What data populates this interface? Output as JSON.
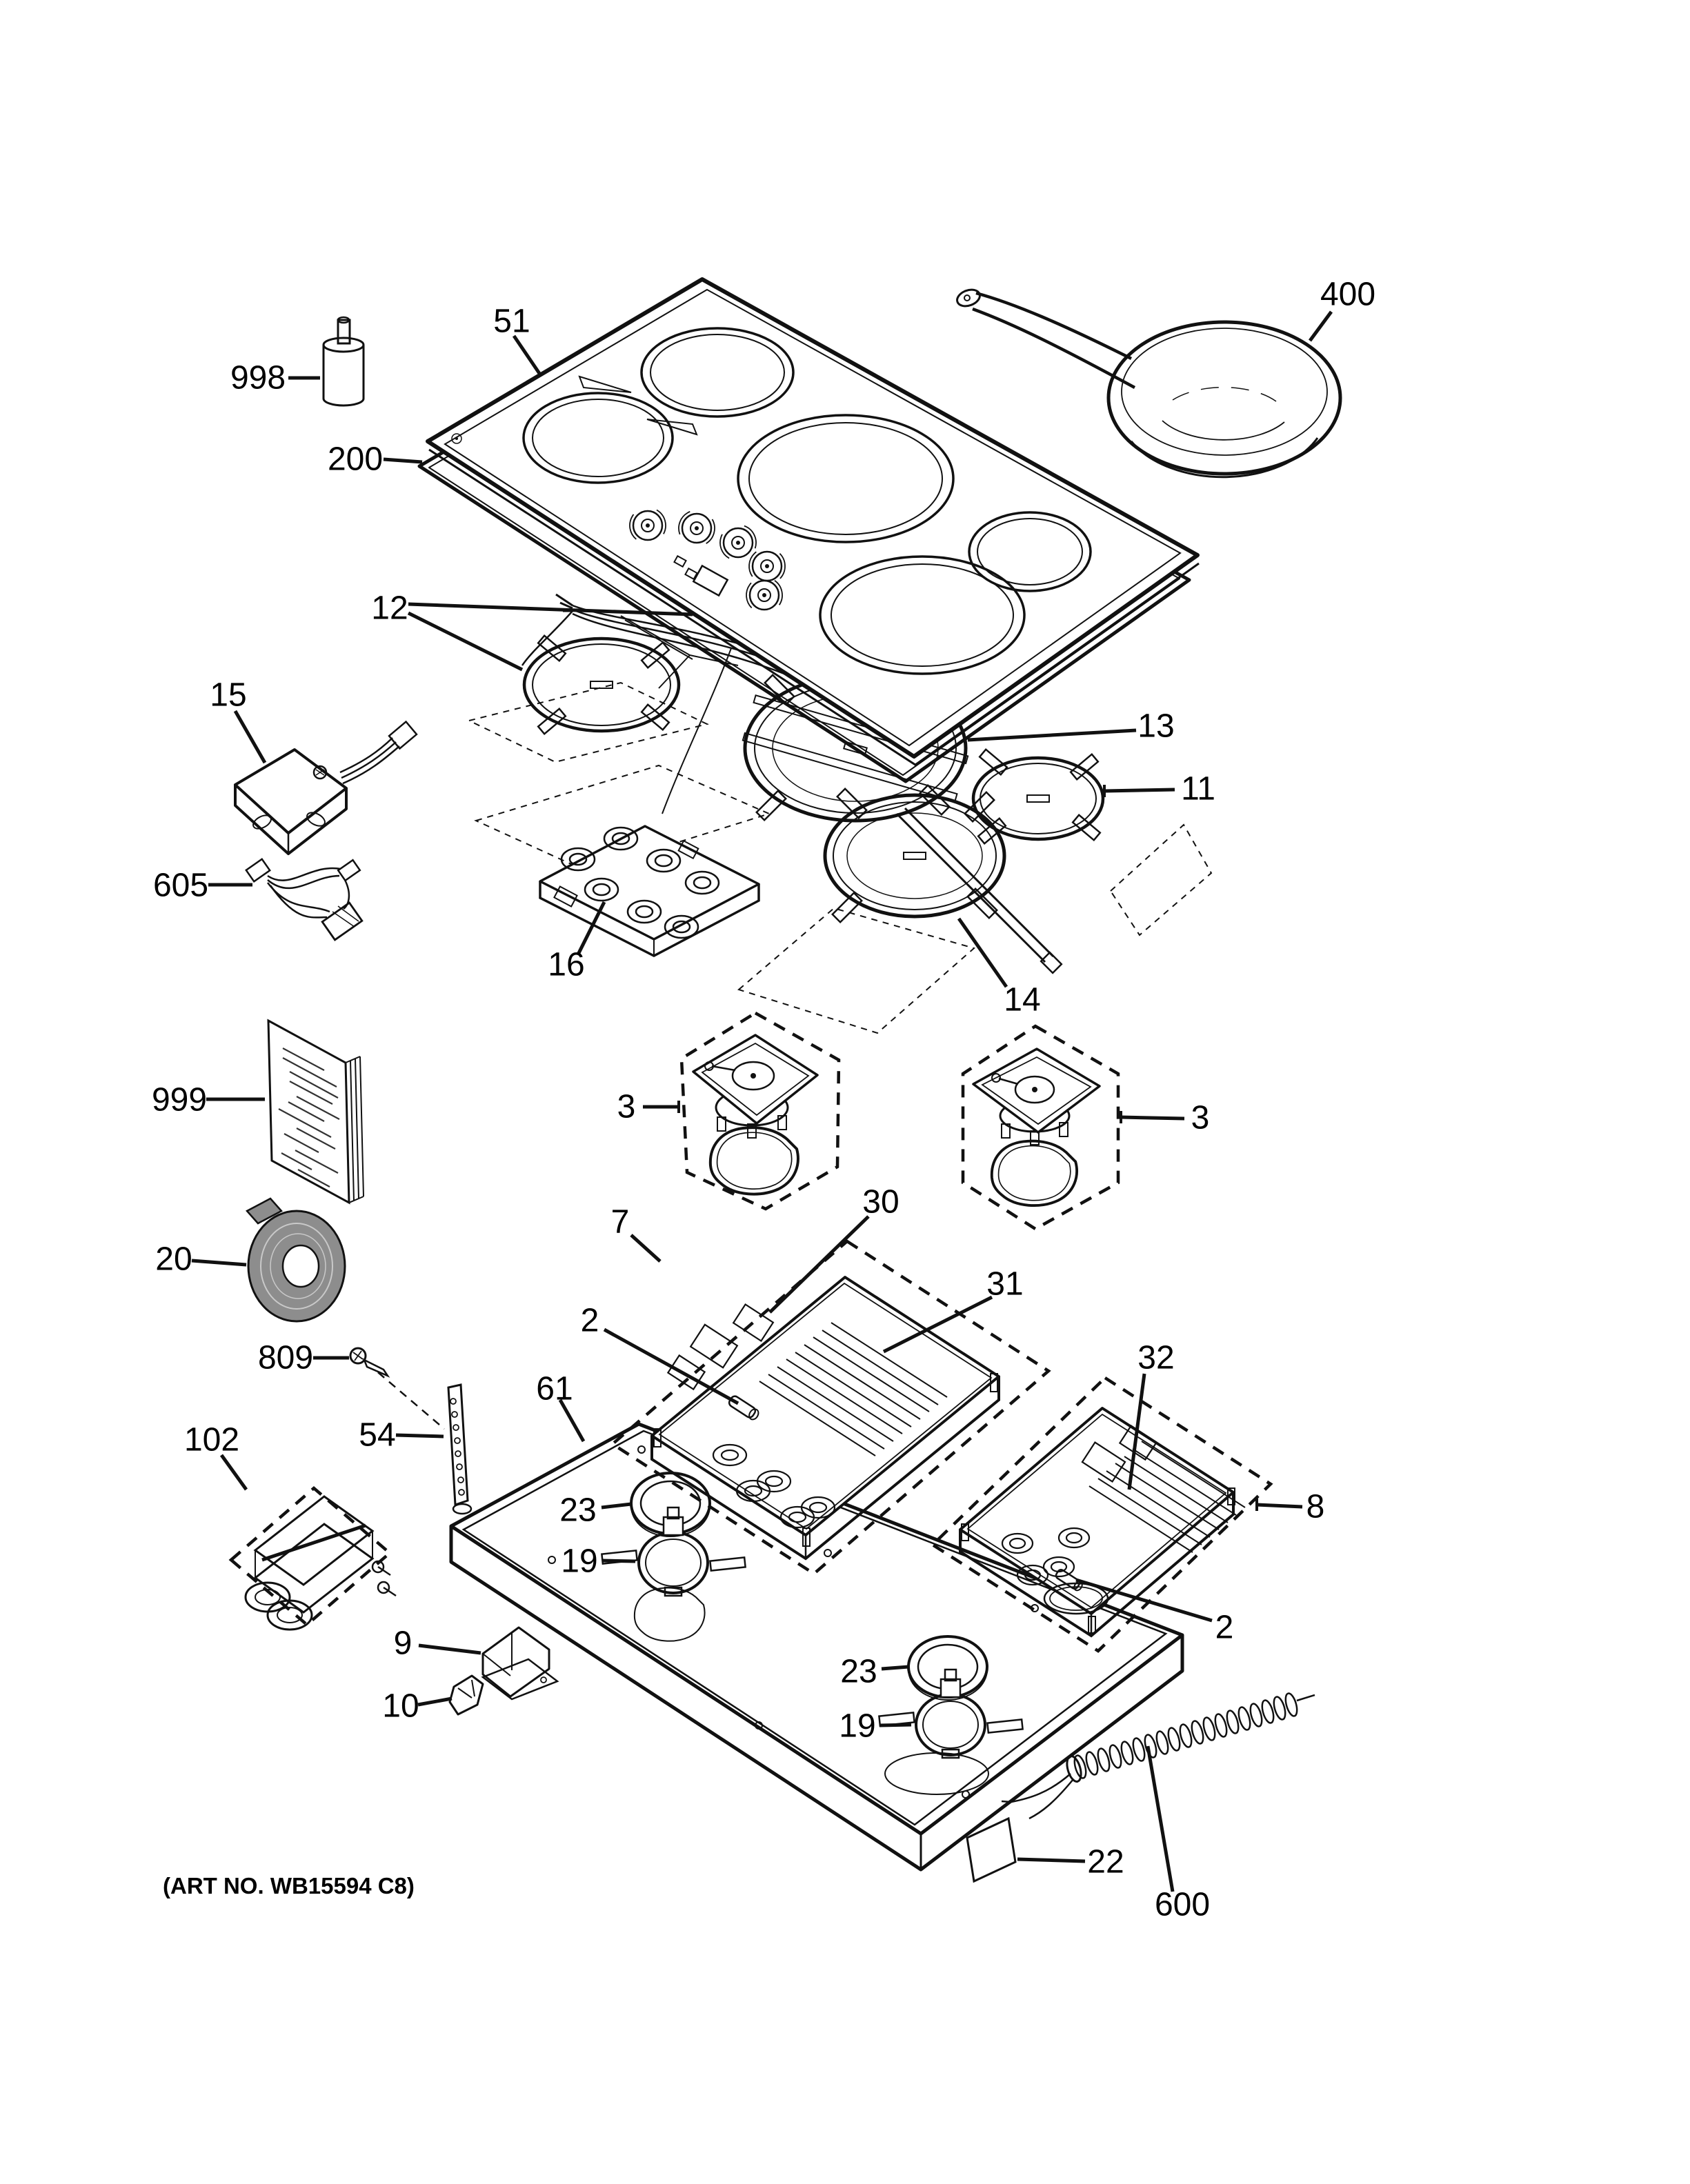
{
  "diagram": {
    "art_no": "(ART NO. WB15594 C8)",
    "line_color": "#111111",
    "background": "#ffffff",
    "tape_fill": "#8d8d8d"
  },
  "parts": [
    {
      "id": "51",
      "label": "51"
    },
    {
      "id": "998",
      "label": "998"
    },
    {
      "id": "200",
      "label": "200"
    },
    {
      "id": "400",
      "label": "400"
    },
    {
      "id": "12",
      "label": "12"
    },
    {
      "id": "15",
      "label": "15"
    },
    {
      "id": "13",
      "label": "13"
    },
    {
      "id": "11",
      "label": "11"
    },
    {
      "id": "605",
      "label": "605"
    },
    {
      "id": "16",
      "label": "16"
    },
    {
      "id": "14",
      "label": "14"
    },
    {
      "id": "999",
      "label": "999"
    },
    {
      "id": "3-left",
      "label": "3"
    },
    {
      "id": "3-right",
      "label": "3"
    },
    {
      "id": "20",
      "label": "20"
    },
    {
      "id": "7",
      "label": "7"
    },
    {
      "id": "30",
      "label": "30"
    },
    {
      "id": "31",
      "label": "31"
    },
    {
      "id": "2-left",
      "label": "2"
    },
    {
      "id": "809",
      "label": "809"
    },
    {
      "id": "61",
      "label": "61"
    },
    {
      "id": "54",
      "label": "54"
    },
    {
      "id": "102",
      "label": "102"
    },
    {
      "id": "32",
      "label": "32"
    },
    {
      "id": "23-upper",
      "label": "23"
    },
    {
      "id": "19-upper",
      "label": "19"
    },
    {
      "id": "8",
      "label": "8"
    },
    {
      "id": "9",
      "label": "9"
    },
    {
      "id": "2-right",
      "label": "2"
    },
    {
      "id": "10",
      "label": "10"
    },
    {
      "id": "23-lower",
      "label": "23"
    },
    {
      "id": "19-lower",
      "label": "19"
    },
    {
      "id": "600",
      "label": "600"
    },
    {
      "id": "22",
      "label": "22"
    }
  ]
}
